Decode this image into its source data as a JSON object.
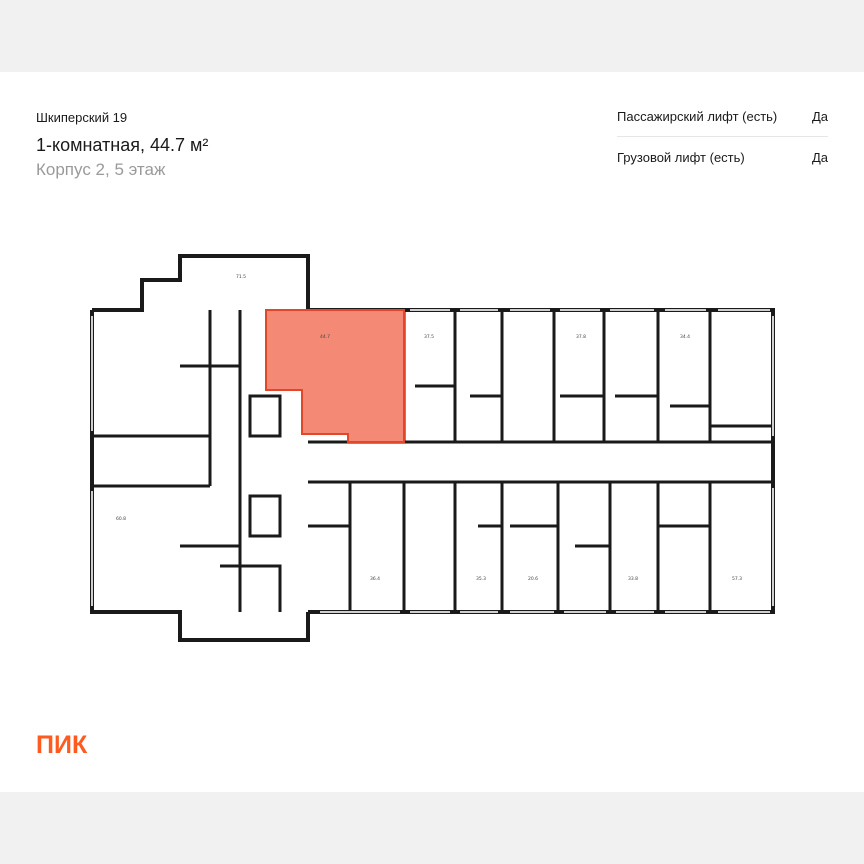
{
  "header": {
    "project": "Шкиперский 19",
    "apartment_title": "1-комнатная, 44.7 м²",
    "building_floor": "Корпус 2, 5 этаж"
  },
  "properties": [
    {
      "label": "Пассажирский лифт (есть)",
      "value": "Да"
    },
    {
      "label": "Грузовой лифт (есть)",
      "value": "Да"
    }
  ],
  "floorplan": {
    "highlight_color": "#f48a76",
    "highlight_stroke": "#e2462b",
    "area_labels": {
      "top_small": "71.5",
      "selected": "44.7",
      "a1": "37.5",
      "a2": "37.8",
      "a3": "34.4",
      "left": "60.8",
      "b1": "36.4",
      "b2": "35.3",
      "b3": "20.6",
      "b4": "33.8",
      "b5": "57.3"
    }
  },
  "brand": {
    "logo_text": "ПИК",
    "color": "#ff5a1f"
  }
}
